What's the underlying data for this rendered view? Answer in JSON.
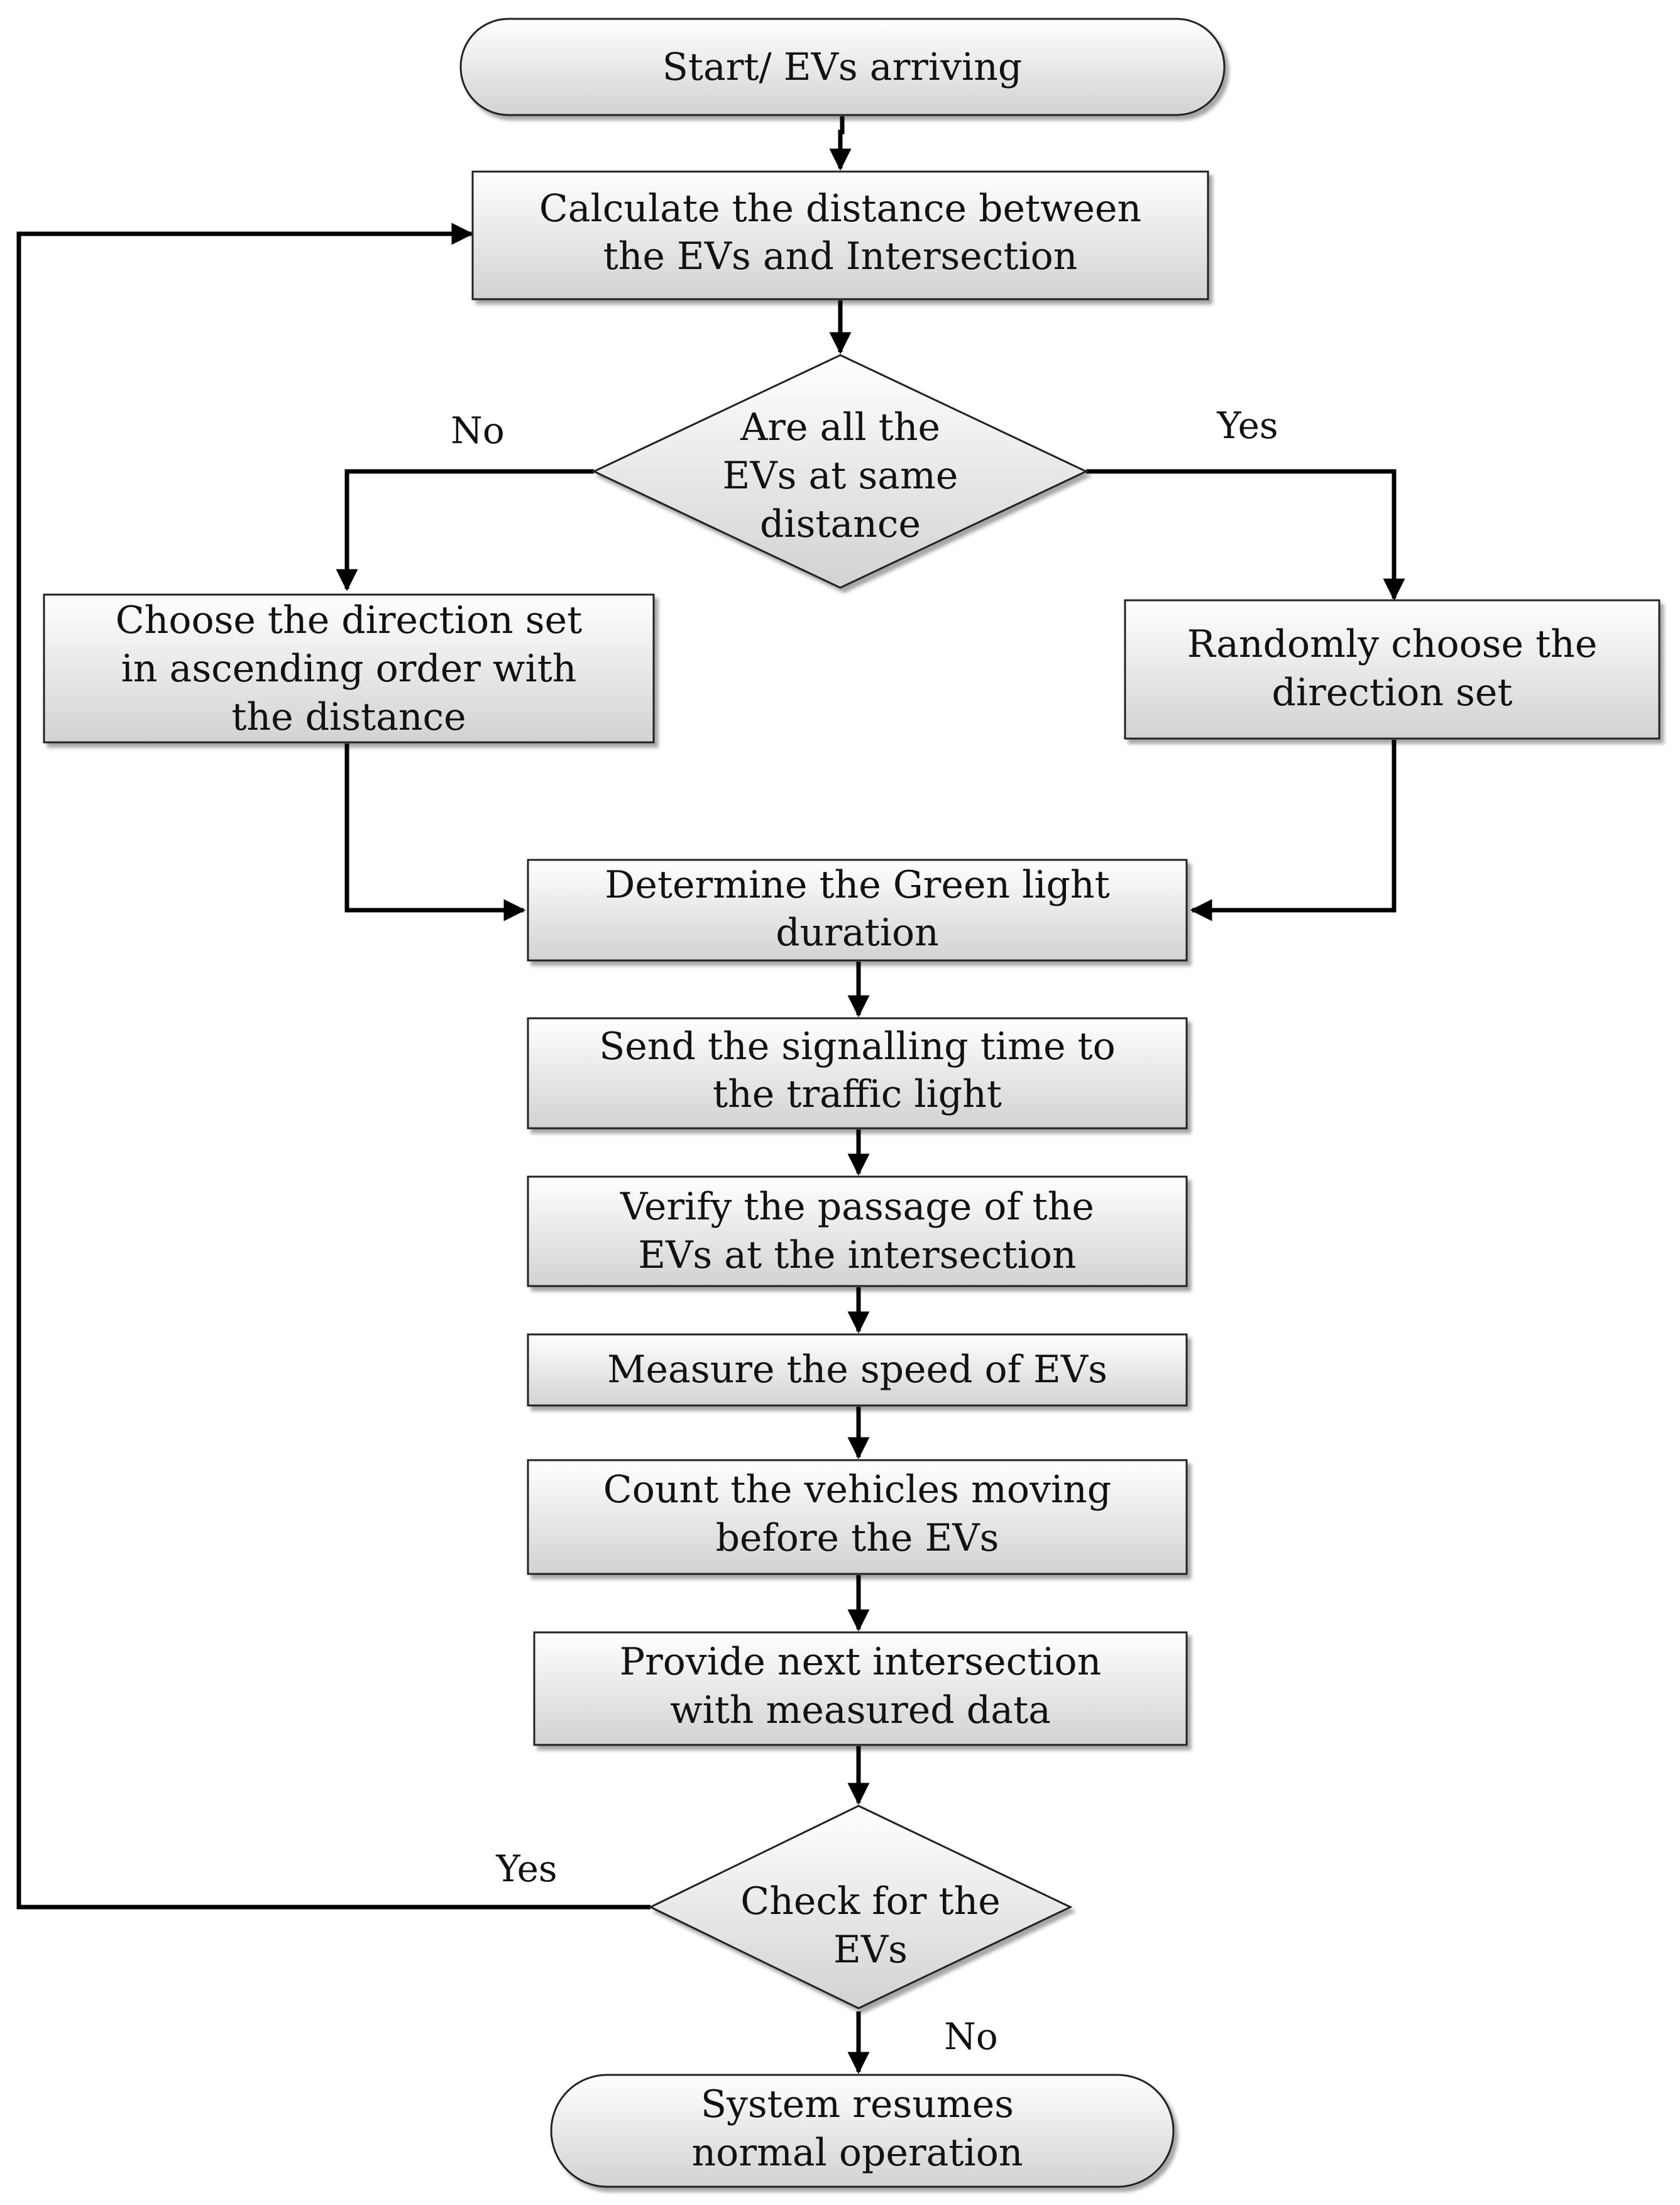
{
  "diagram": {
    "type": "flowchart",
    "nodes": {
      "start": {
        "lines": [
          "Start/ EVs arriving"
        ]
      },
      "calc": {
        "lines": [
          "Calculate the distance between",
          "the EVs and Intersection"
        ]
      },
      "decision1": {
        "lines": [
          "Are all the",
          "EVs at same",
          "distance"
        ]
      },
      "choose": {
        "lines": [
          "Choose the direction set",
          "in ascending order with",
          "the distance"
        ]
      },
      "random": {
        "lines": [
          "Randomly choose the",
          "direction set"
        ]
      },
      "green": {
        "lines": [
          "Determine the Green light",
          "duration"
        ]
      },
      "send": {
        "lines": [
          "Send the signalling time to",
          "the traffic light"
        ]
      },
      "verify": {
        "lines": [
          "Verify the passage of the",
          "EVs at the intersection"
        ]
      },
      "measure": {
        "lines": [
          "Measure the speed of EVs"
        ]
      },
      "count": {
        "lines": [
          "Count the vehicles moving",
          "before the EVs"
        ]
      },
      "provide": {
        "lines": [
          "Provide next intersection",
          "with measured data"
        ]
      },
      "decision2": {
        "lines": [
          "Check for the",
          "EVs"
        ]
      },
      "end": {
        "lines": [
          "System resumes",
          "normal operation"
        ]
      }
    },
    "edge_labels": {
      "d1_no": "No",
      "d1_yes": "Yes",
      "d2_yes": "Yes",
      "d2_no": "No"
    },
    "colors": {
      "box_top": "#ffffff",
      "box_bottom": "#d4d4d4",
      "stroke": "#222222",
      "arrow": "#000000",
      "text": "#111111"
    }
  }
}
